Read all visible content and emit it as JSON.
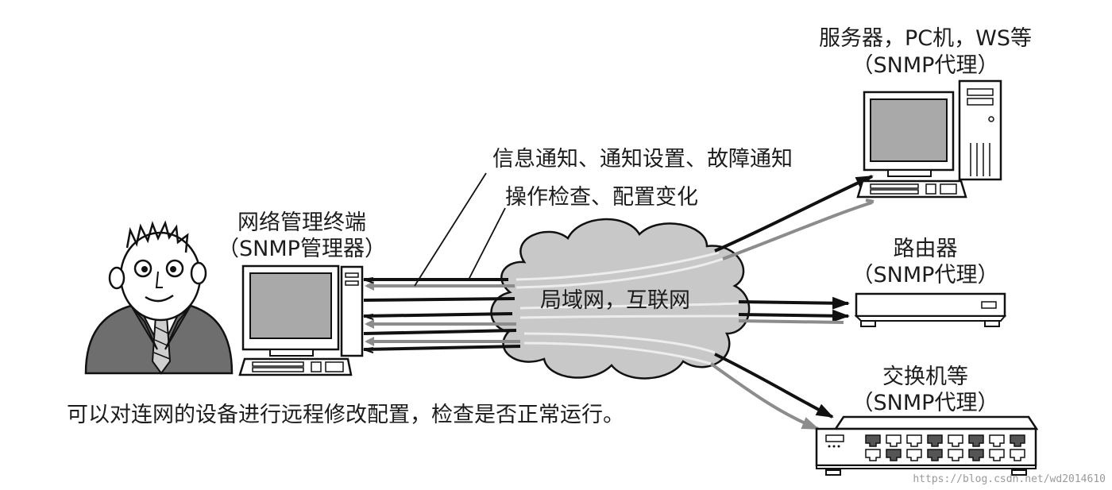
{
  "labels": {
    "manager_line1": "网络管理终端",
    "manager_line2": "（SNMP管理器）",
    "server_line1": "服务器，PC机，WS等",
    "server_line2": "（SNMP代理）",
    "router_line1": "路由器",
    "router_line2": "（SNMP代理）",
    "switch_line1": "交换机等",
    "switch_line2": "（SNMP代理）",
    "network": "局域网，互联网",
    "notify": "信息通知、通知设置、故障通知",
    "operate": "操作检查、配置变化",
    "caption": "可以对连网的设备进行远程修改配置，检查是否正常运行。"
  },
  "watermark": "https://blog.csdn.net/wd2014610",
  "colors": {
    "line": "#111111",
    "gray_arrow": "#8c8c8c",
    "cloud": "#c8c8c8",
    "screen": "#a9a9a9",
    "suit": "#6e6e6e"
  },
  "icons": [
    "person-icon",
    "manager-computer-icon",
    "server-computer-icon",
    "router-icon",
    "switch-icon",
    "network-cloud-icon"
  ]
}
